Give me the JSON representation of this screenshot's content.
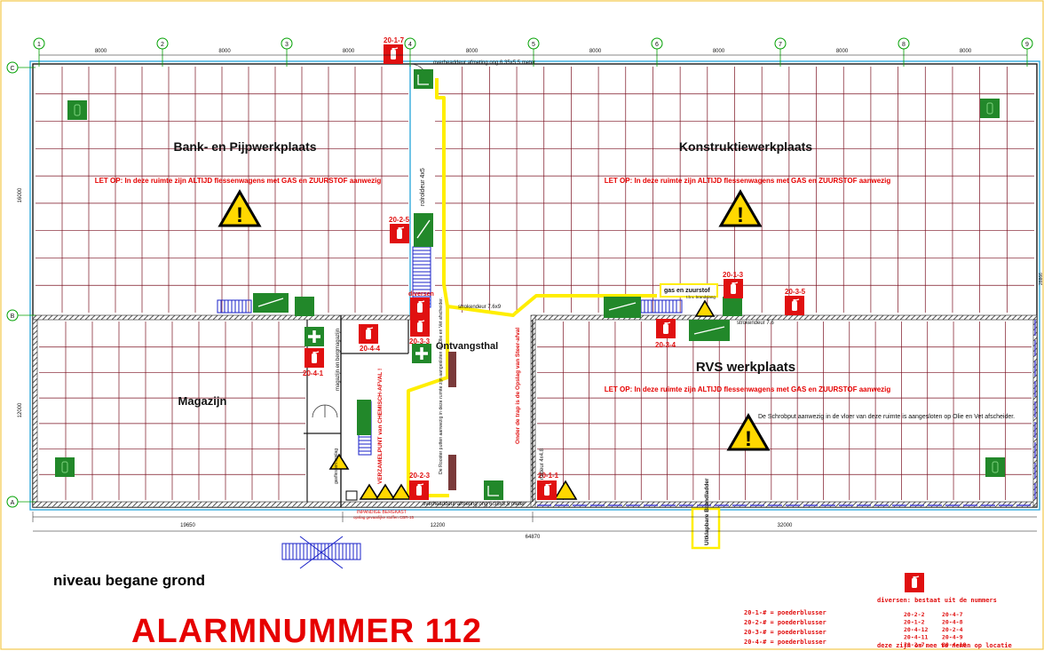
{
  "colors": {
    "wall": "#1a1a1a",
    "grid": "#7a1020",
    "wall_cyan": "#33aadd",
    "route": "#ffee00",
    "exit_green": "#22882a",
    "extinguisher_red": "#e01010",
    "warning_yellow": "#ffd800",
    "alarm_red": "#e60000",
    "axis_green": "#00a000",
    "border": "#f2c84b"
  },
  "icons": {
    "extinguisher": "fire-extinguisher-icon",
    "exit": "emergency-exit-icon",
    "first_aid": "first-aid-cross-icon",
    "warning": "warning-triangle-icon",
    "eyewash": "eyewash-station-icon",
    "stairs": "stairs-icon"
  },
  "plan": {
    "axes": [
      "1",
      "2",
      "3",
      "4",
      "5",
      "6",
      "7",
      "8",
      "9"
    ],
    "rows": [
      "C",
      "B",
      "A"
    ],
    "top_spans": [
      "8000",
      "8000",
      "8000",
      "8000",
      "8000",
      "8000",
      "8000",
      "8000"
    ],
    "bottom_spans": [
      "19650",
      "12200",
      "32000"
    ],
    "total_width": "64870",
    "left_dims": [
      "16000",
      "12000"
    ],
    "right_dim": "28866",
    "rooms": {
      "bank": "Bank- en Pijpwerkplaats",
      "konstruktie": "Konstruktiewerkplaats",
      "rvs": "RVS werkplaats",
      "magazijn": "Magazijn",
      "ontvangsthal": "Ontvangsthal"
    },
    "warning_text": "LET OP: In deze ruimte zijn ALTIJD flessenwagens met GAS en ZUURSTOF aanwezig",
    "doors": {
      "overhead_top": "overheaddeur afmeting ong 6.35x5.5 meter",
      "overhead_bottom": "overheaddeur afmeting ong 6.35x5.5 meter",
      "roller_vertical": "rolroldeur 4x5",
      "strokendeur_mid": "strokendeur 7.6x9",
      "strokendeur_right": "strokendeur 7.6",
      "roller_small": "roldeur 4x4.8"
    },
    "notes": {
      "schrobput": "De Schrobput aanwezig in de vloer van deze ruimte is aangesloten op Olie en Vet afscheider.",
      "stairs_storage": "Onder de trap is de Opslag van Steer-afval",
      "roosters": "De Rooster putten aanwezig in deze ruimte zijn aangesloten op Olie en Vet afscheider.",
      "verzamelpunt": "VERZAMELPUNT van CHEMISCH-AFVAL !",
      "gas": "gas en zuurstof",
      "brandslang": "t.b.v. brandslang",
      "diversen": "diversen",
      "inpandige": "INPANDIGE BERGKAST",
      "inpandige_sub": "opslag gevaarlijke stoffen CBR-15",
      "uitklapbare": "Uitklapbare Brandladder",
      "magazijn_side": "magazijn en bergmagazijn",
      "gasflessen": "gasflessen opslag"
    },
    "extinguishers": {
      "e1": "20-1-7",
      "e2": "20-2-5",
      "e3": "20-1-3",
      "e4": "20-3-5",
      "e5": "20-3-3",
      "e6": "20-4-4",
      "e7": "20-4-1",
      "e8": "20-3-4",
      "e9": "20-2-3",
      "e10": "20-1-1"
    }
  },
  "legend": {
    "title": "diversen: bestaat uit de nummers",
    "col1": [
      "20-2-2",
      "20-1-2",
      "20-4-12",
      "20-4-11",
      "20-2-7"
    ],
    "col2": [
      "20-4-7",
      "20-4-8",
      "20-2-4",
      "20-4-9",
      "20-4-10"
    ],
    "footer": "deze zijn om mee te nemen op locatie",
    "types": [
      "20-1-# = poederblusser",
      "20-2-# = poederblusser",
      "20-3-# = poederblusser",
      "20-4-# = poederblusser"
    ]
  },
  "level_label": "niveau begane grond",
  "alarm_label": "ALARMNUMMER  112"
}
